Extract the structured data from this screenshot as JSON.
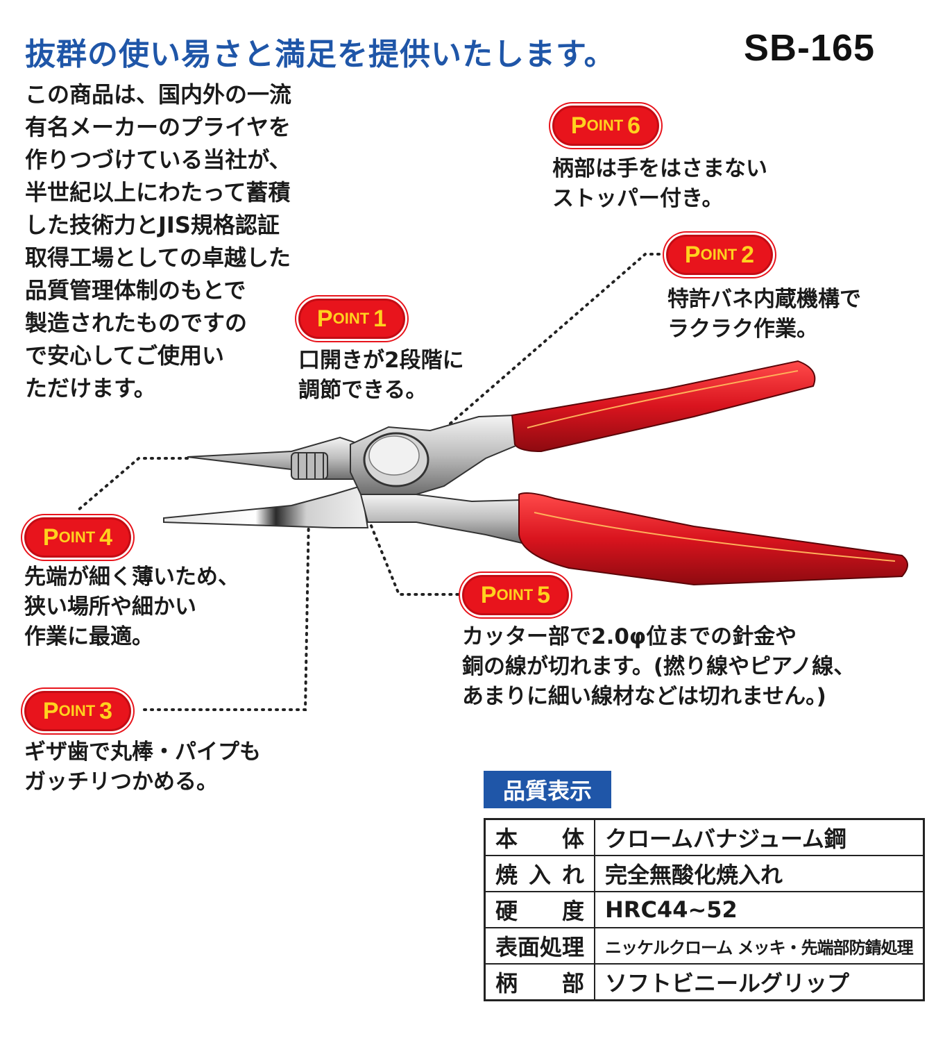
{
  "headline": "抜群の使い易さと満足を提供いたします。",
  "model": "SB-165",
  "intro_lines": [
    "この商品は、国内外の一流",
    "有名メーカーのプライヤを",
    "作りつづけている当社が、",
    "半世紀以上にわたって蓄積",
    "した技術力とJIS規格認証",
    "取得工場としての卓越した",
    "品質管理体制のもとで",
    "製造されたものですの",
    "で安心してご使用い",
    "ただけます。"
  ],
  "points": {
    "p1": {
      "label_p": "P",
      "label_oint": "OINT",
      "number": "1",
      "lines": [
        "口開きが2段階に",
        "調節できる。"
      ]
    },
    "p2": {
      "label_p": "P",
      "label_oint": "OINT",
      "number": "2",
      "lines": [
        "特許バネ内蔵機構で",
        "ラクラク作業。"
      ]
    },
    "p3": {
      "label_p": "P",
      "label_oint": "OINT",
      "number": "3",
      "lines": [
        "ギザ歯で丸棒・パイプも",
        "ガッチリつかめる。"
      ]
    },
    "p4": {
      "label_p": "P",
      "label_oint": "OINT",
      "number": "4",
      "lines": [
        "先端が細く薄いため、",
        "狭い場所や細かい",
        "作業に最適。"
      ]
    },
    "p5": {
      "label_p": "P",
      "label_oint": "OINT",
      "number": "5",
      "lines": [
        "カッター部で2.0φ位までの針金や",
        "銅の線が切れます。(撚り線やピアノ線、",
        "あまりに細い線材などは切れません。)"
      ]
    },
    "p6": {
      "label_p": "P",
      "label_oint": "OINT",
      "number": "6",
      "lines": [
        "柄部は手をはさまない",
        "ストッパー付き。"
      ]
    }
  },
  "quality": {
    "title": "品質表示",
    "rows": [
      {
        "key": "本体",
        "value": "クロームバナジューム鋼"
      },
      {
        "key": "焼入れ",
        "value": "完全無酸化焼入れ"
      },
      {
        "key": "硬度",
        "value": "HRC44~52"
      },
      {
        "key": "表面処理",
        "value": "ニッケルクローム メッキ・先端部防錆処理"
      },
      {
        "key": "柄部",
        "value": "ソフトビニールグリップ"
      }
    ]
  },
  "colors": {
    "blue": "#1f56a8",
    "red": "#e8141c",
    "yellow": "#ffd21f",
    "grip": "#d9141e"
  }
}
